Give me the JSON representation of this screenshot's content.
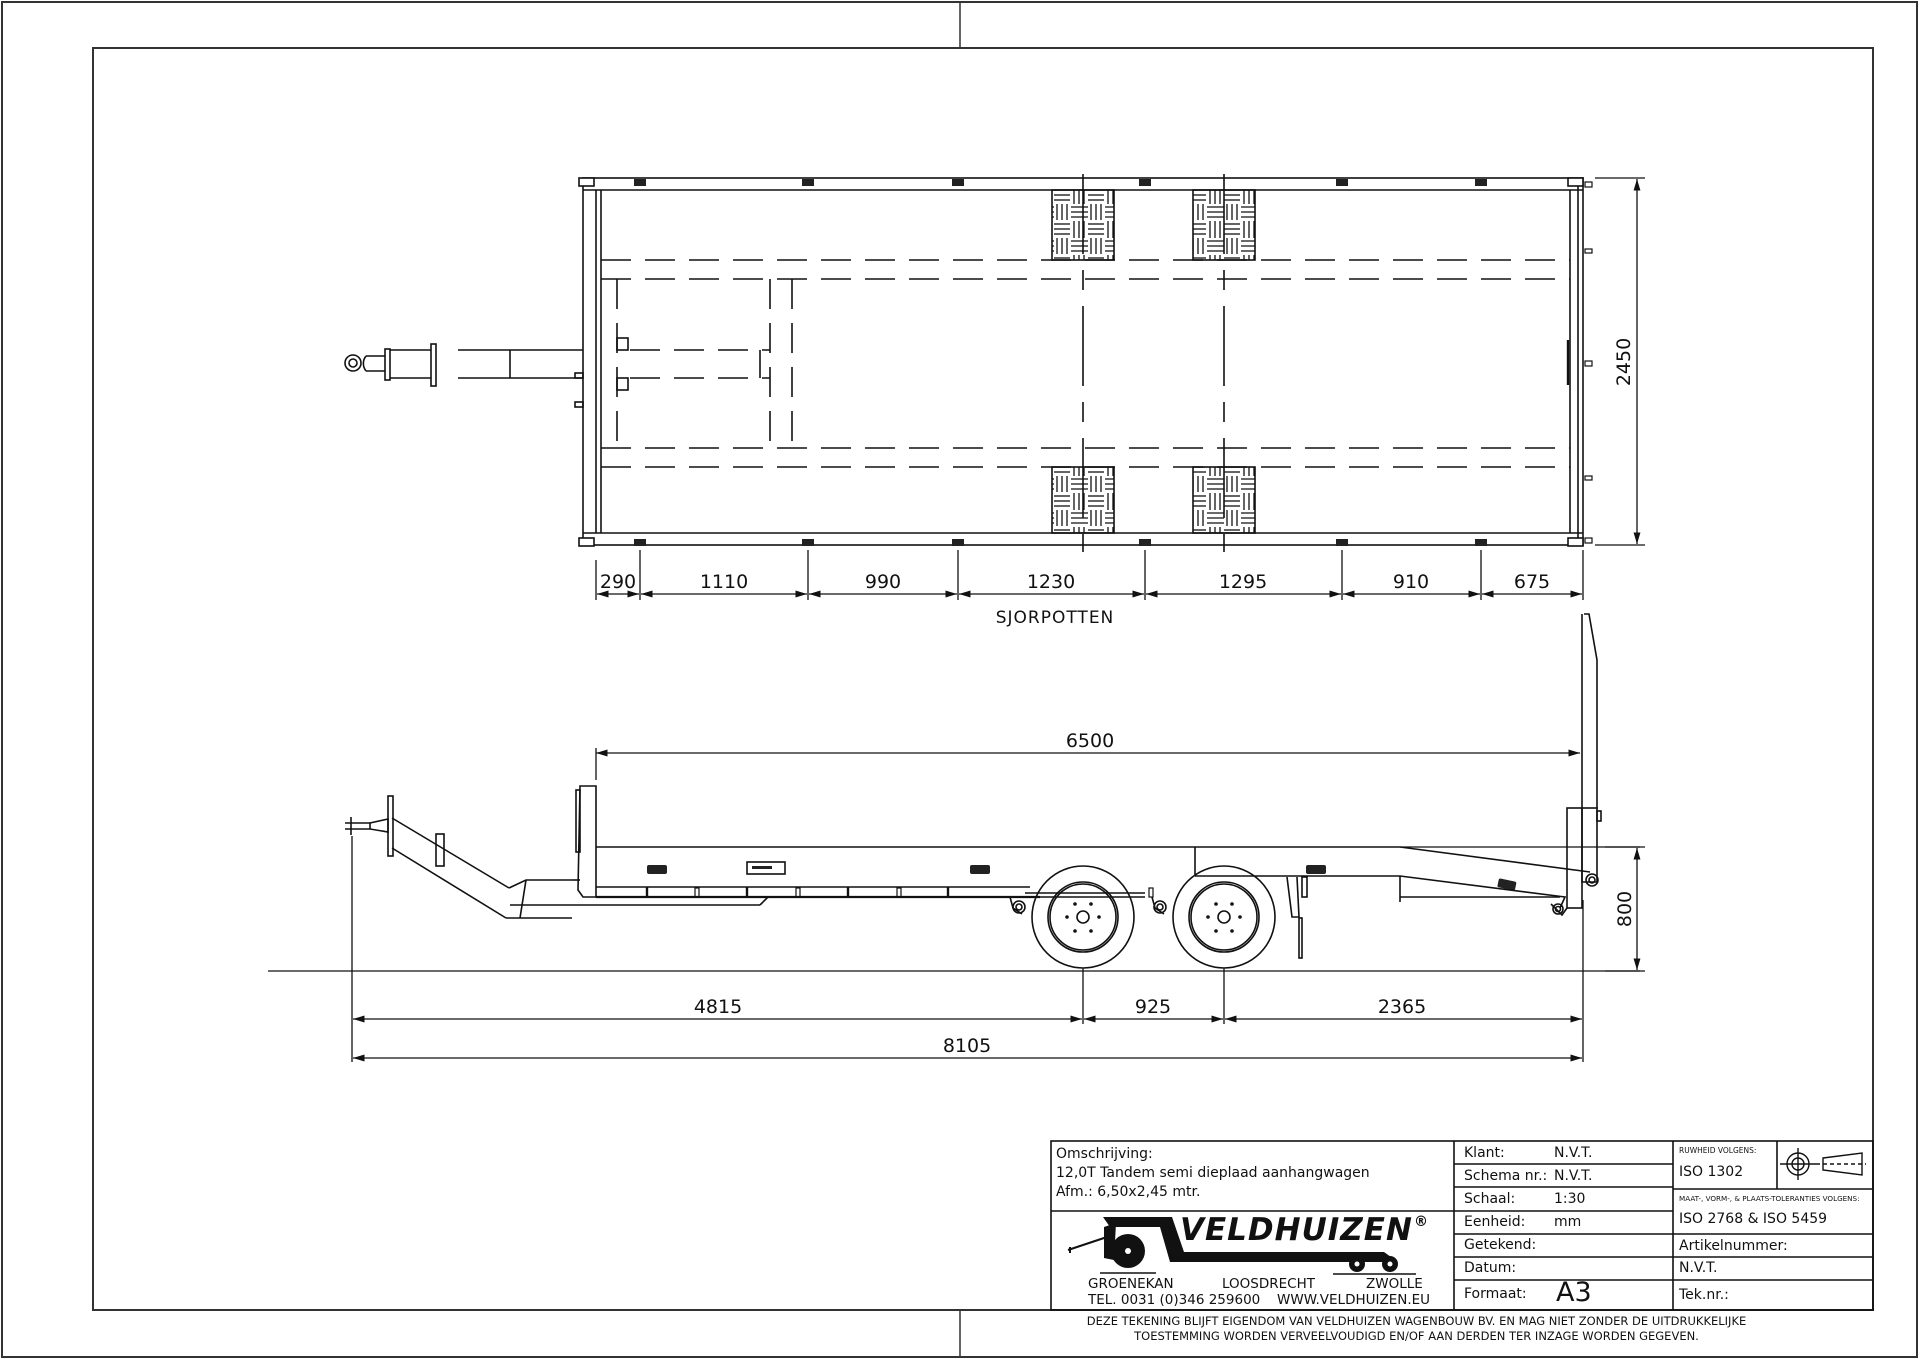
{
  "sheet": {
    "outer_frame": "thin border",
    "inner_frame": "drawing area border"
  },
  "top_view": {
    "label": "SJORPOTTEN",
    "width_dimension": "2450",
    "lashing_point_spacings": [
      "290",
      "1110",
      "990",
      "1230",
      "1295",
      "910",
      "675"
    ]
  },
  "side_view": {
    "deck_length": "6500",
    "deck_height": "800",
    "segments": [
      "4815",
      "925",
      "2365"
    ],
    "overall_length": "8105"
  },
  "title_block": {
    "description_label": "Omschrijving:",
    "description_line1": "12,0T Tandem semi dieplaad aanhangwagen",
    "description_line2": "Afm.: 6,50x2,45 mtr.",
    "company": {
      "logo_text": "VELDHUIZEN",
      "registered": "®",
      "locations": [
        "GROENEKAN",
        "LOOSDRECHT",
        "ZWOLLE"
      ],
      "phone": "TEL. 0031 (0)346 259600",
      "website": "WWW.VELDHUIZEN.EU"
    },
    "fields": [
      {
        "label": "Klant:",
        "value": "N.V.T."
      },
      {
        "label": "Schema nr.:",
        "value": "N.V.T."
      },
      {
        "label": "Schaal:",
        "value": "1:30"
      },
      {
        "label": "Eenheid:",
        "value": "mm"
      },
      {
        "label": "Getekend:",
        "value": ""
      },
      {
        "label": "Datum:",
        "value": ""
      },
      {
        "label": "Formaat:",
        "value": "A3"
      }
    ],
    "roughness_label": "RUWHEID VOLGENS:",
    "roughness_value": "ISO 1302",
    "tolerance_label": "MAAT-, VORM-, & PLAATS-TOLERANTIES VOLGENS:",
    "tolerance_value": "ISO 2768 & ISO 5459",
    "article_label": "Artikelnummer:",
    "article_value": "N.V.T.",
    "drawing_nr_label": "Tek.nr.:",
    "drawing_nr_value": ""
  },
  "disclaimer": {
    "line1": "DEZE TEKENING BLIJFT EIGENDOM VAN VELDHUIZEN WAGENBOUW BV. EN MAG NIET ZONDER DE UITDRUKKELIJKE",
    "line2": "TOESTEMMING WORDEN VERVEELVOUDIGD EN/OF AAN DERDEN TER INZAGE WORDEN GEGEVEN."
  }
}
